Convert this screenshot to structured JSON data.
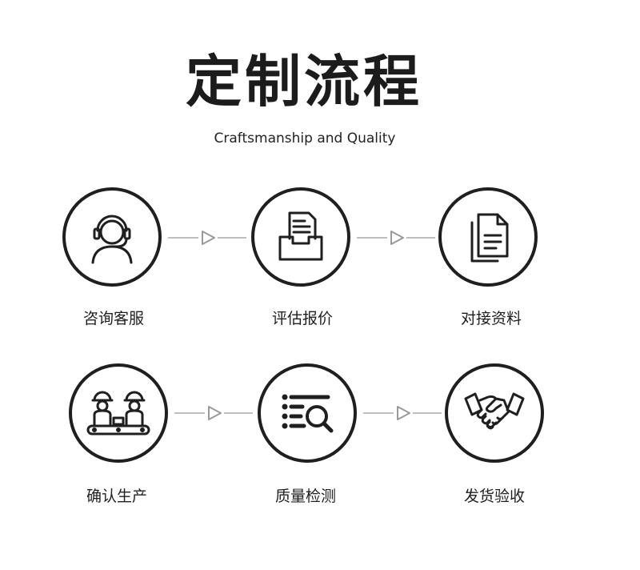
{
  "header": {
    "title": "定制流程",
    "subtitle": "Craftsmanship and Quality"
  },
  "steps": [
    {
      "label": "咨询客服",
      "icon": "headset-agent-icon"
    },
    {
      "label": "评估报价",
      "icon": "document-tray-icon"
    },
    {
      "label": "对接资料",
      "icon": "documents-icon"
    },
    {
      "label": "确认生产",
      "icon": "workers-assembly-line-icon"
    },
    {
      "label": "质量检测",
      "icon": "list-magnifier-icon"
    },
    {
      "label": "发货验收",
      "icon": "handshake-icon"
    }
  ],
  "colors": {
    "stroke": "#1f1f1f",
    "connector": "#bfbfbf",
    "background": "#ffffff"
  }
}
